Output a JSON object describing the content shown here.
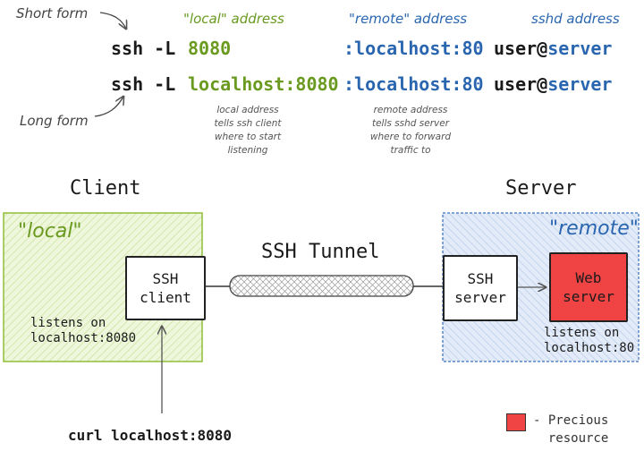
{
  "colors": {
    "local_green": "#6a9a20",
    "remote_blue": "#2a66b0",
    "precious_red": "#f04444",
    "client_zone_fill": "#eef6dc",
    "server_zone_fill": "#e3ebf8"
  },
  "header": {
    "short_form": "Short form",
    "long_form": "Long form",
    "local_address": "\"local\" address",
    "remote_address": "\"remote\" address",
    "sshd_address": "sshd address"
  },
  "short_cmd": {
    "prefix": "ssh -L",
    "local": "8080",
    "remote": ":localhost:80",
    "user": "user@",
    "server": "server"
  },
  "long_cmd": {
    "prefix": "ssh -L",
    "local": "localhost:8080",
    "remote": ":localhost:80",
    "user": "user@",
    "server": "server"
  },
  "notes": {
    "local": "local address\ntells ssh client\nwhere to start\nlistening",
    "remote": "remote address\ntells sshd server\nwhere to forward\ntraffic to"
  },
  "client": {
    "title": "Client",
    "zone_label": "\"local\"",
    "box_label": "SSH\nclient",
    "listens": "listens on\nlocalhost:8080"
  },
  "tunnel": {
    "label": "SSH Tunnel"
  },
  "server": {
    "title": "Server",
    "zone_label": "\"remote\"",
    "box_label": "SSH\nserver",
    "web_label": "Web\nserver",
    "listens": "listens on\nlocalhost:80"
  },
  "footer": {
    "curl": "curl localhost:8080",
    "legend": "- Precious\n  resource"
  }
}
